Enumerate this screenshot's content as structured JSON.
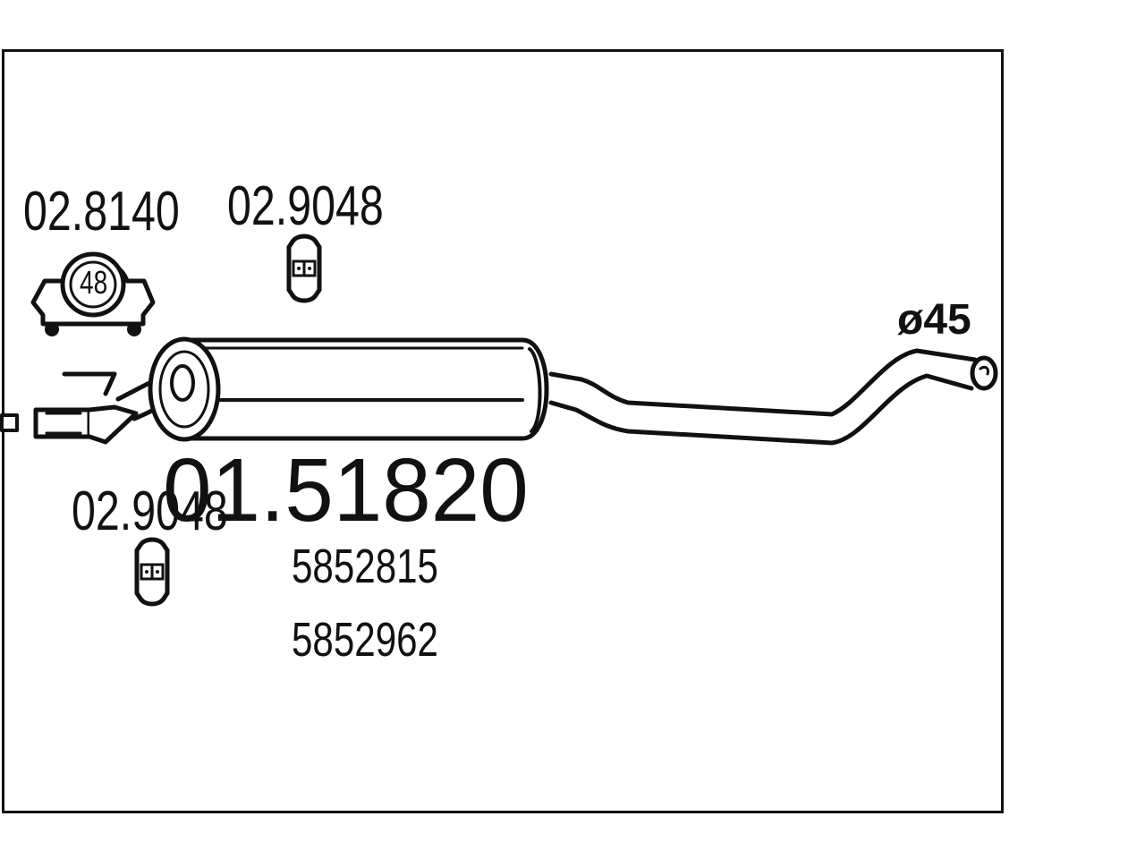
{
  "main_part_number": "01.51820",
  "oem_numbers": [
    "5852815",
    "5852962"
  ],
  "accessories": [
    {
      "part_number": "02.8140",
      "icon": "exhaust-clamp-icon",
      "clamp_size": "48"
    },
    {
      "part_number": "02.9048",
      "icon": "rubber-hanger-icon"
    },
    {
      "part_number": "02.9048",
      "icon": "rubber-hanger-icon"
    }
  ],
  "outlet_diameter": "ø45",
  "colors": {
    "line": "#111111",
    "background": "#ffffff"
  }
}
